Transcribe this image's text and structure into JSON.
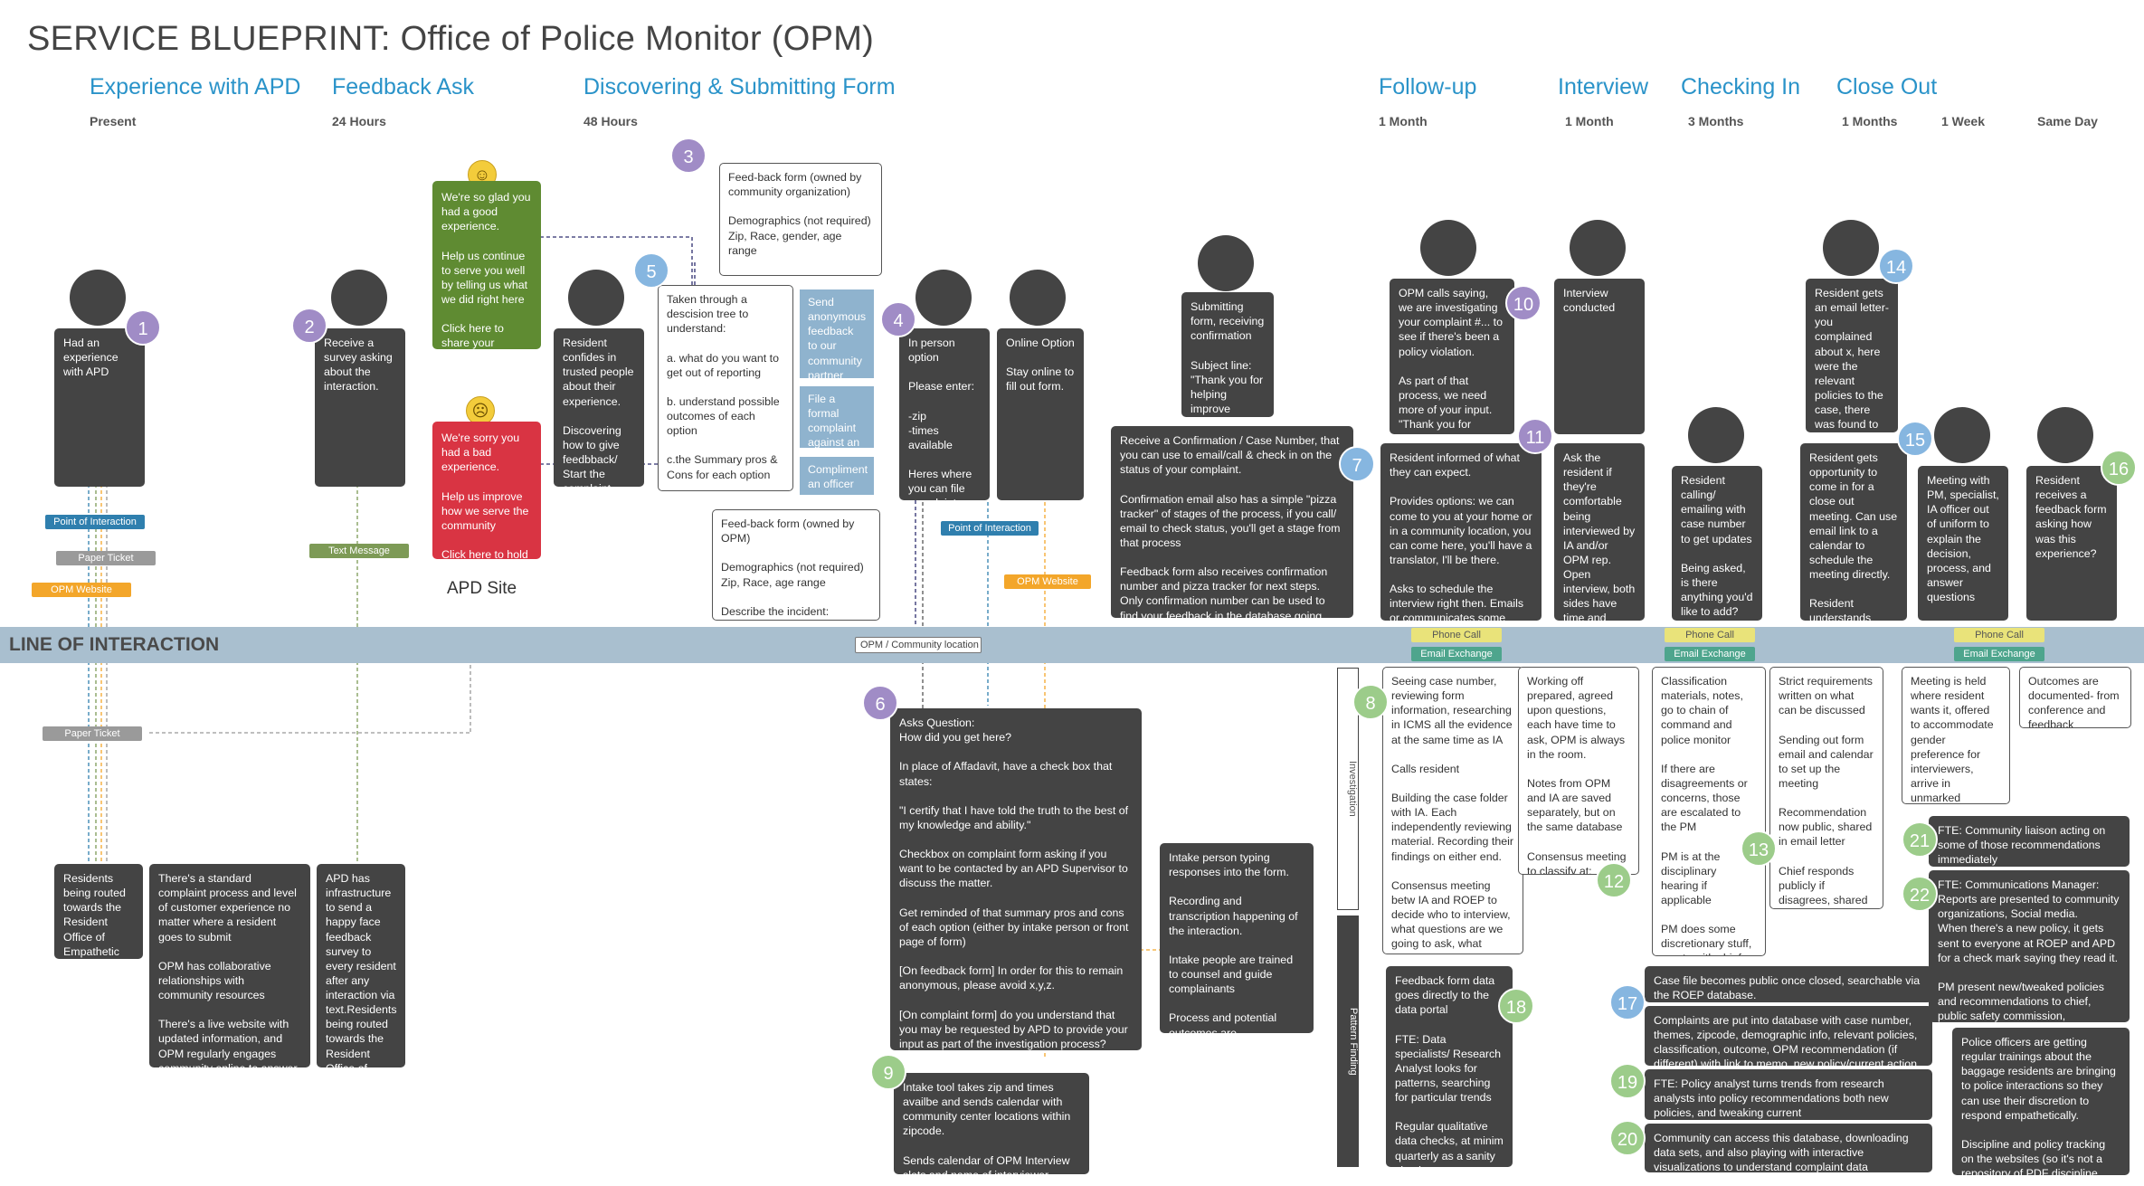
{
  "title": "SERVICE BLUEPRINT: Office of Police Monitor (OPM)",
  "phases": [
    {
      "label": "Experience with APD",
      "duration": "Present"
    },
    {
      "label": "Feedback Ask",
      "duration": "24 Hours"
    },
    {
      "label": "Discovering & Submitting Form",
      "duration": "48 Hours"
    },
    {
      "label": "Follow-up",
      "duration": "1 Month"
    },
    {
      "label": "Interview",
      "duration": "1 Month"
    },
    {
      "label": "Checking In",
      "duration": "3 Months"
    },
    {
      "label": "Close Out",
      "durations": [
        "1 Months",
        "1 Week",
        "Same Day"
      ]
    }
  ],
  "line_of_interaction": "LINE OF INTERACTION",
  "apd_site": "APD Site",
  "tags": {
    "point_of_interaction": "Point of Interaction",
    "paper_ticket": "Paper Ticket",
    "opm_website": "OPM Website",
    "text_message": "Text Message",
    "opm_community_location": "OPM / Community location",
    "phone_call": "Phone Call",
    "email_exchange": "Email Exchange"
  },
  "lanes": {
    "investigation": "Investigation",
    "pattern_finding": "Pattern Finding"
  },
  "numbers": [
    "1",
    "2",
    "3",
    "4",
    "5",
    "6",
    "7",
    "8",
    "9",
    "10",
    "11",
    "12",
    "13",
    "14",
    "15",
    "16",
    "17",
    "18",
    "19",
    "20",
    "21",
    "22"
  ],
  "boxes": {
    "b1": "Had an experience with APD",
    "b2": "Receive a survey asking about the interaction.",
    "green": "We're so glad you had a good experience.\n\nHelp us continue to serve you well by telling us what we did right here\n\nClick here to share your experience",
    "red": "We're sorry you had a bad experience.\n\nHelp us improve how we serve the community\n\nClick here to hold us accountable",
    "confide": "Resident confides in trusted people about their experience.\n\nDiscovering how to give feedbback/ Start the complaint process.",
    "form_top": "Feed-back form (owned by community organization)\n\nDemographics (not required)\nZip, Race, gender, age range\n\nDescribe the incident:\nSpace box",
    "decision": "Taken through a descision tree to understand:\n\na. what  do you want to get out of reporting\n\nb. understand possible outcomes of each option\n\nc.the Summary pros & Cons for each option\n\nd. match your desires & constraints to option best suited for you.",
    "send_anon": "Send anonymous feedback to our community partner",
    "file_formal": "File a formal complaint against an officer",
    "compliment": "Compliment an officer",
    "form_opm": "Feed-back form (owned by OPM)\n\nDemographics (not required)\nZip, Race, age range\n\nDescribe the incident:\nSpace box",
    "in_person": "In person option\n\nPlease  enter:\n\n-zip\n-times available\n\nHeres where you can file complaint, and who you will be speaking with.",
    "online": "Online Option\n\nStay online to fill out form.",
    "submitting": "Submitting form, receiving confirmation\n\nSubject line: \"Thank you for helping improve policing!\"",
    "confirmation": "Receive a Confirmation / Case Number, that you can use to email/call & check in on the status of your complaint.\n\nConfirmation email also has a simple \"pizza tracker\" of stages of the process, if you call/ email to check status, you'll get a stage from that process\n\nFeedback form also receives confirmation number and pizza tracker for next steps. Only confirmation number can be used to find your feedback in the database going forward.",
    "opm_calls": "OPM calls saying, we are investigating your complaint #... to see if there's been a policy violation.\n\nAs part of that process, we need more of your input. \"Thank you for helping improve policing!\"",
    "informed": "Resident informed of what they can expect.\n\nProvides options: we can come to you at your home or in a community location, you can come here, you'll have a translator, I'll be there.\n\nAsks to schedule the interview right then. Emails or communicates some doodle poll-esque options",
    "interview_conducted": "Interview conducted",
    "ask_resident": "Ask the resident if they're comfortable being interviewed by IA and/or OPM rep. Open interview, both sides have time and permission to ask.",
    "calling": "Resident calling/ emailing with case number to get updates\n\nBeing asked, is there anything you'd like to add?",
    "email_letter": "Resident gets an email letter- you complained about x, here were the relevant policies to the case, there was found to be x violations, therefore, this case was x.",
    "close_meeting": "Resident gets opportunity to come in for a close out meeting. Can use email link to a calendar to schedule the meeting directly.\n\nResident understands clearly what to expect at that close out meeting",
    "meeting_with": "Meeting with PM, specialist, IA officer out of uniform to explain the decision, process, and answer questions",
    "feedback_form": "Resident receives a feedback form asking how was this experience?",
    "routed": "Residents being routed towards the Resident Office of Empathetic Policing",
    "standard": "There's a standard complaint process and level of customer experience no matter where a resident goes to submit\n\nOPM  has collaborative relationships with community resources\n\nThere's a live website with updated information, and OPM regularly engages community online to answer questions",
    "apd_infra": "APD has infrastructure to send a happy face feedback survey to every resident after any interaction via text.Residents being routed towards the Resident Office of Empathetic Policing",
    "asks_question": "Asks Question:\nHow did you get here?\n\nIn place of Affadavit, have a check box that states:\n\n\"I certify that I have told the truth to the best of my knowledge and ability.\"\n\nCheckbox on complaint form asking if you want to be contacted by an APD Supervisor to discuss the matter.\n\nGet reminded of that summary pros and cons of each option (either by intake person or front page of form)\n\n[On feedback form] In order for this to remain anonymous, please avoid x,y,z.\n\n[On complaint form] do you understand that you may be requested by APD to provide your input as part of the investigation process? Please note that if the request is made, OPM will contact you directly to discuss the next steps.",
    "intake_tool": "Intake tool  takes zip and times availbe and sends calendar with community center locations within zipcode.\n\nSends calendar of OPM Interview slots and name of interviewer.",
    "intake_person": "Intake person typing responses into the form.\n\nRecording and transcription happening of the interaction.\n\nIntake people are trained to counsel and guide complainants\n\nProcess and potential outcomes are standardized, predictable",
    "seeing_case": "Seeing case number, reviewing form information, researching in ICMS all the evidence at the same time as IA\n\nCalls resident\n\nBuilding the case folder with IA. Each independently reviewing material. Recording their findings on either end.\n\nConsensus meeting betw IA and ROEP to decide who to interview, what questions are we going to ask, what violations we suspect",
    "working_off": "Working off prepared, agreed upon questions, each have time to ask, OPM is always in the room.\n\nNotes from OPM and IA are saved separately, but on the same database\n\nConsensus meeting to classify at:\n A, B, C, D",
    "classification": "Classification materials, notes, go to chain of command and police monitor\n\nIf there are disagreements or concerns, those are escalated to the PM\n\nPM is at the disciplinary hearing if applicable\n\nPM does some discretionary stuff, meets with chief. But all the activities, outcomes, are recorded in writing so there's a record and transparency.",
    "strict": "Strict requirements written on what can be discussed\n\nSending out form email and calendar to set up the meeting\n\nRecommendation now public, shared in email letter\n\nChief responds publicly if disagrees, shared in email letter",
    "meeting_held": "Meeting is held where resident wants it, offered to accommodate gender preference for interviewers, arrive in unmarked vehicle, if officer is there, they aren't in uniform",
    "outcomes": "Outcomes are documented- from conference and feedback",
    "fte_liaison": "FTE: Community liaison acting on some of those recommendations immediately",
    "fte_comms": "FTE: Communications Manager: Reports are presented to community organizations, Social media.\nWhen there's a new policy, it gets sent to everyone at ROEP and APD for a check mark saying they read it.\n\nPM present new/tweaked policies and recommendations to chief, public safety commission, community leaders regularly",
    "officers": "Police officers are getting regular trainings about the baggage residents are bringing to police interactions so they can use their discretion to respond empathetically.\n\nDiscipline and policy tracking on the websites (so it's not a repository of PDF discipline memos)",
    "feedback_data": "Feedback form data goes directly to the data portal\n\nFTE: Data specialists/ Research Analyst looks for patterns, searching for particular trends\n\nRegular qualitative data checks, at minim quarterly as a sanity check",
    "case_public": "Case file becomes public once closed, searchable via the ROEP database.",
    "complaints_db": "Complaints are put into database with case number, themes, zipcode, demographic info, relevant policies, classification, outcome, OPM recommendation (if different) with link to memo, new policy/current action",
    "fte_policy": "FTE: Policy analyst turns trends from research analysts into policy recommendations both new policies, and tweaking current",
    "community_access": "Community can access this database, downloading data sets, and also playing with interactive visualizations to understand complaint data"
  }
}
